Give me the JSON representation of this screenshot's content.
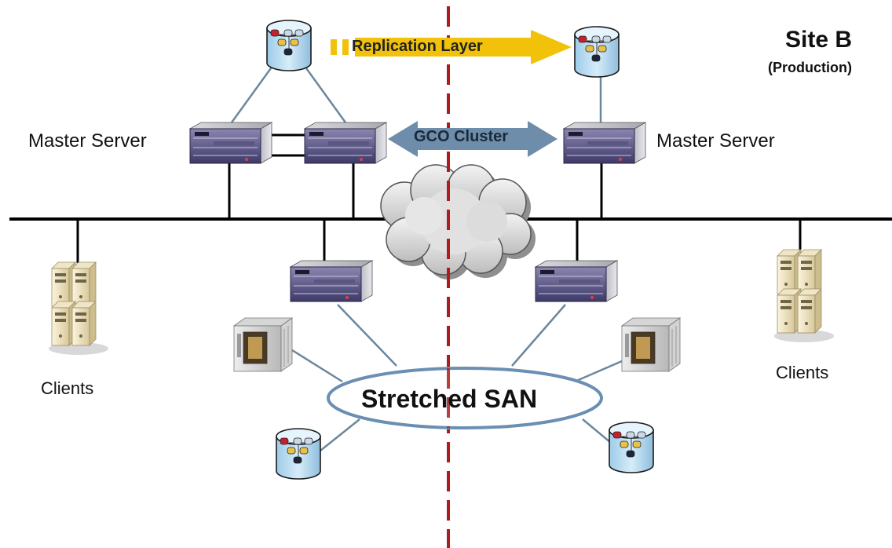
{
  "site_b": {
    "title": "Site B",
    "subtitle": "(Production)"
  },
  "master_server_left": "Master Server",
  "master_server_right": "Master Server",
  "replication_label": "Replication Layer",
  "gco_label": "GCO Cluster",
  "clients_left": "Clients",
  "clients_right": "Clients",
  "san_label": "Stretched SAN",
  "colors": {
    "divider": "#b01c1c",
    "replication_arrow": "#f2c20a",
    "gco_arrow": "#6e8daa",
    "san_ellipse": "#6a8fb3",
    "network_line": "#000000",
    "link_line": "#6b879e"
  },
  "icons": [
    "storage-array-icon",
    "rack-server-icon",
    "tape-library-icon",
    "client-computer-icon",
    "cloud-icon"
  ]
}
